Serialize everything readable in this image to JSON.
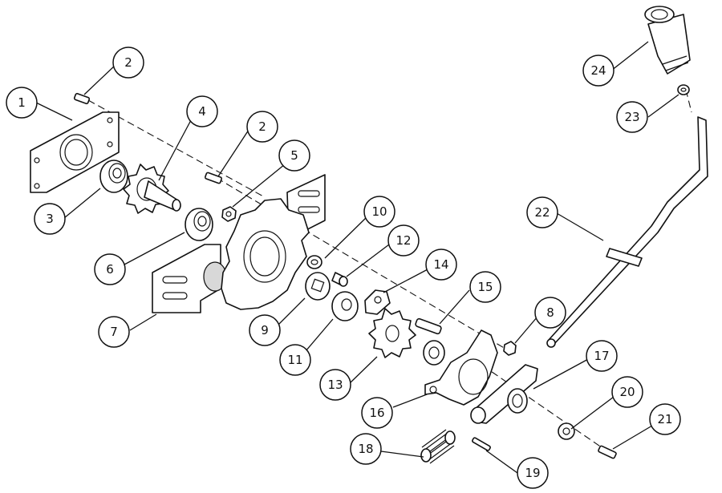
{
  "callouts": [
    {
      "id": "c1",
      "label": "1"
    },
    {
      "id": "c2a",
      "label": "2"
    },
    {
      "id": "c2b",
      "label": "2"
    },
    {
      "id": "c3",
      "label": "3"
    },
    {
      "id": "c4",
      "label": "4"
    },
    {
      "id": "c5",
      "label": "5"
    },
    {
      "id": "c6",
      "label": "6"
    },
    {
      "id": "c7",
      "label": "7"
    },
    {
      "id": "c8",
      "label": "8"
    },
    {
      "id": "c9",
      "label": "9"
    },
    {
      "id": "c10",
      "label": "10"
    },
    {
      "id": "c11",
      "label": "11"
    },
    {
      "id": "c12",
      "label": "12"
    },
    {
      "id": "c13",
      "label": "13"
    },
    {
      "id": "c14",
      "label": "14"
    },
    {
      "id": "c15",
      "label": "15"
    },
    {
      "id": "c16",
      "label": "16"
    },
    {
      "id": "c17",
      "label": "17"
    },
    {
      "id": "c18",
      "label": "18"
    },
    {
      "id": "c19",
      "label": "19"
    },
    {
      "id": "c20",
      "label": "20"
    },
    {
      "id": "c21",
      "label": "21"
    },
    {
      "id": "c22",
      "label": "22"
    },
    {
      "id": "c23",
      "label": "23"
    },
    {
      "id": "c24",
      "label": "24"
    }
  ]
}
